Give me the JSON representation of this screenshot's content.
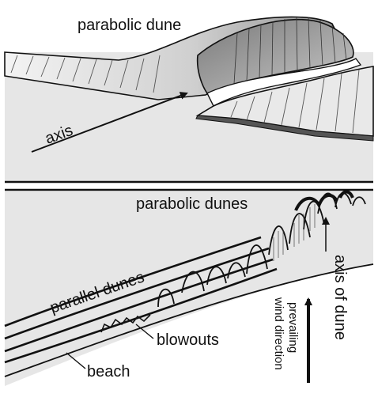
{
  "top_panel": {
    "title": "parabolic dune",
    "axis_label": "axis"
  },
  "bottom_panel": {
    "parabolic_label": "parabolic dunes",
    "parallel_label": "parallel dunes",
    "blowouts_label": "blowouts",
    "beach_label": "beach",
    "wind_label_line1": "prevailing",
    "wind_label_line2": "wind direction",
    "axis_of_dune_label": "axis of dune"
  },
  "colors": {
    "panel_fill": "#e6e6e6",
    "dune_shade_light": "#f2f2f2",
    "dune_shade_dark": "#8c8c8c",
    "ink": "#111111"
  }
}
